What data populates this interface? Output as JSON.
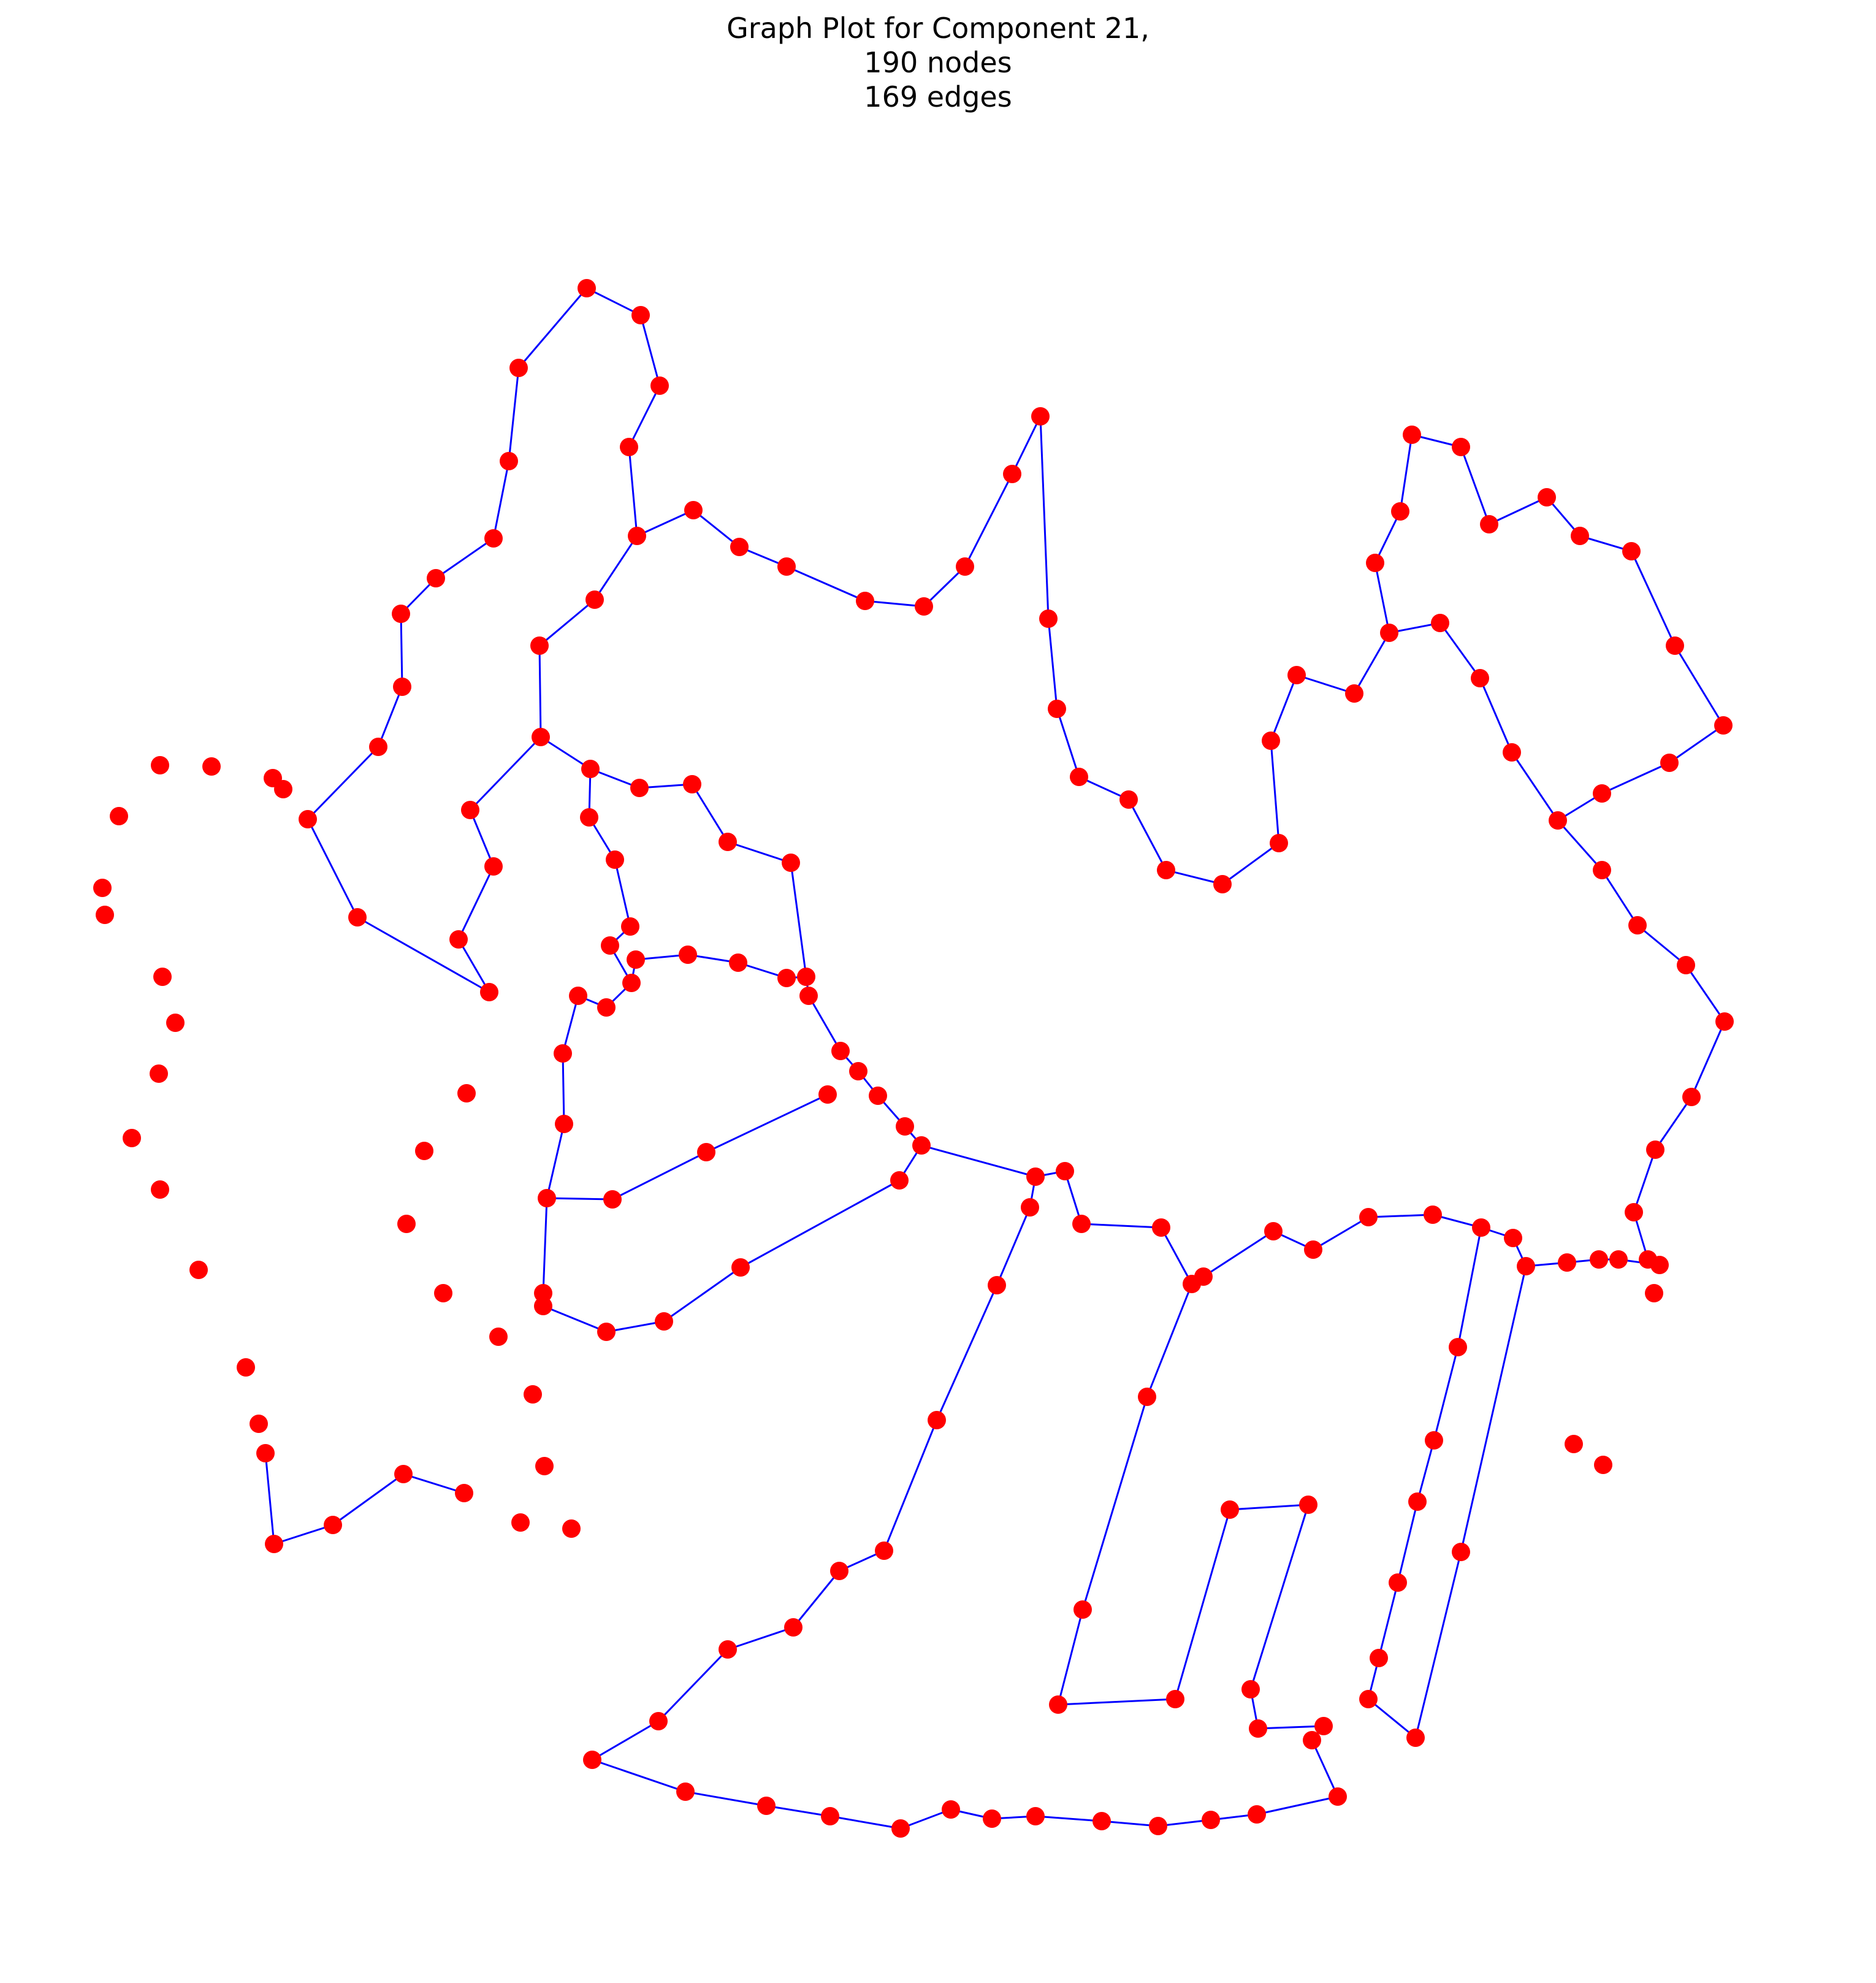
{
  "title": {
    "line1": "Graph Plot for Component 21,",
    "line2": "190 nodes",
    "line3": "169 edges"
  },
  "colors": {
    "node": "#ff0000",
    "edge": "#0000ff",
    "background": "#ffffff"
  }
}
